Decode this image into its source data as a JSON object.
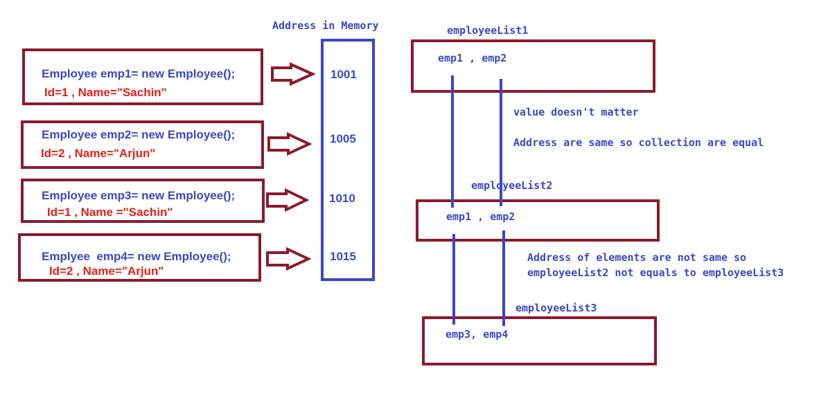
{
  "colors": {
    "box_border": "#8b1a2b",
    "arrow_fill": "#ffffff",
    "arrow_stroke": "#8b1a2b",
    "code_text": "#3a48c6",
    "props_text": "#e0201a",
    "note_text": "#3a48c6",
    "connector": "#3b44c8"
  },
  "memory": {
    "title": "Address in Memory",
    "addresses": [
      "1001",
      "1005",
      "1010",
      "1015"
    ]
  },
  "employees": [
    {
      "decl": "Employee emp1= new Employee();",
      "props": "Id=1 , Name=\"Sachin\""
    },
    {
      "decl": "Employee emp2= new Employee();",
      "props": "Id=2 , Name=\"Arjun\""
    },
    {
      "decl": "Employee emp3= new Employee();",
      "props": "Id=1 , Name =\"Sachin\""
    },
    {
      "decl": "Emplyee  emp4= new Employee();",
      "props": "Id=2 , Name=\"Arjun\""
    }
  ],
  "lists": [
    {
      "label": "employeeList1",
      "content": "emp1 , emp2"
    },
    {
      "label": "employeeList2",
      "content": "emp1 , emp2"
    },
    {
      "label": "employeeList3",
      "content": "emp3, emp4"
    }
  ],
  "notes": {
    "value_note": "value doesn't matter",
    "equal_note": "Address are same so collection are equal",
    "notequal_line1": "Address of elements are not same so",
    "notequal_line2": "employeeList2 not equals to employeeList3"
  }
}
